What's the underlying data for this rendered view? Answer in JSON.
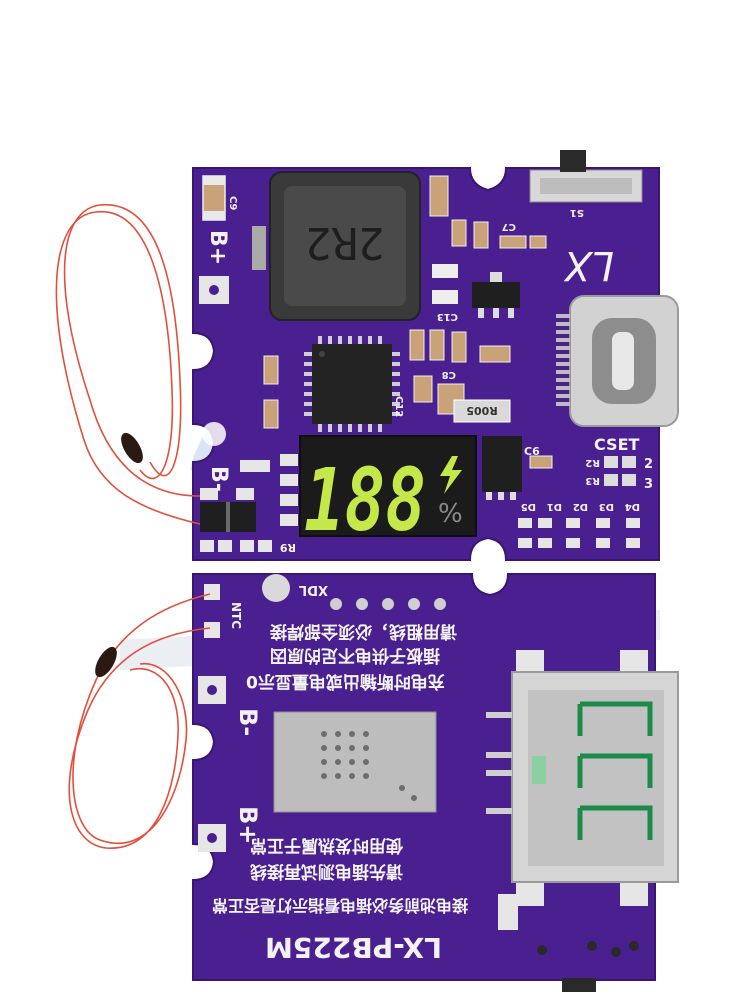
{
  "colors": {
    "pcb": "#4a1f8f",
    "pcb_dark": "#3a1672",
    "silkscreen": "#f2f2f2",
    "copper_pad": "#d9d9d9",
    "wire": "#e0503c",
    "display_digits": "#c4e84a",
    "display_bg": "#1b1b1b"
  },
  "top_board": {
    "brand": "LX",
    "inductor_marking": "2R2",
    "display_digits": "188",
    "display_unit": "%",
    "labels": {
      "b_plus": "B+",
      "b_minus": "B-",
      "cset": "CSET",
      "r005": "R005",
      "r9": "R9",
      "s1": "S1",
      "c9": "C9",
      "c7": "C7",
      "c6": "C6",
      "c13": "C13",
      "c12": "C12",
      "c8": "C8",
      "r2": "R2",
      "r3": "R3",
      "cset_2": "2",
      "cset_3": "3",
      "d5": "D5",
      "d1": "D1",
      "d2": "D2",
      "d3": "D3",
      "d4": "D4"
    }
  },
  "bottom_board": {
    "model": "LX-PB225M",
    "xdl": "XDL",
    "ntc": "NTC",
    "b_minus": "B-",
    "b_plus": "B+",
    "notes": [
      "请用粗线，必须全部焊接",
      "插板子供电不足的原因",
      "充电时断输出或电量显示0",
      "请先插电测试再接线",
      "使用时发热属于正常",
      "接电池前务必插电看指示灯是否正常"
    ]
  }
}
